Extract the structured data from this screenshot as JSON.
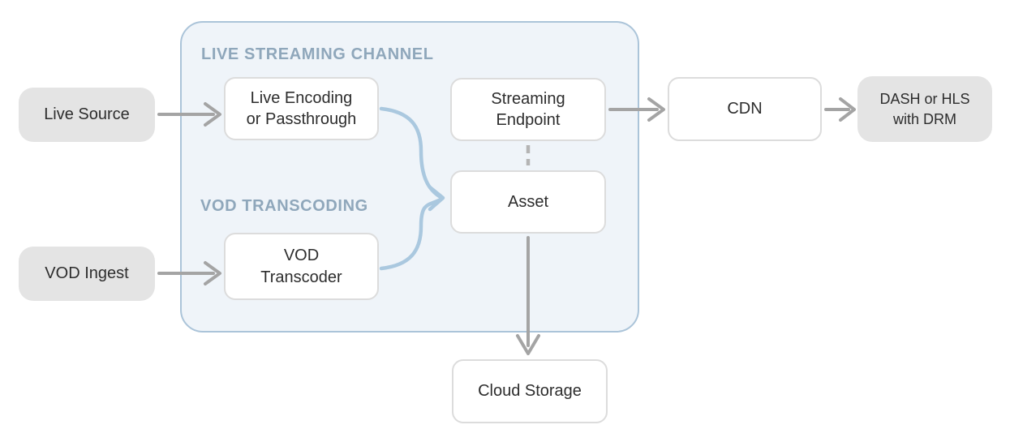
{
  "diagram": {
    "description": "Live streaming and VOD media pipeline diagram"
  },
  "container": {
    "live_label": "LIVE STREAMING CHANNEL",
    "vod_label": "VOD TRANSCODING"
  },
  "nodes": {
    "live_source": {
      "label": "Live Source",
      "type": "external-input"
    },
    "live_encoding": {
      "label": "Live Encoding\nor Passthrough",
      "type": "service"
    },
    "vod_ingest": {
      "label": "VOD Ingest",
      "type": "external-input"
    },
    "vod_transcoder": {
      "label": "VOD\nTranscoder",
      "type": "service"
    },
    "streaming_endpoint": {
      "label": "Streaming\nEndpoint",
      "type": "service"
    },
    "asset": {
      "label": "Asset",
      "type": "service"
    },
    "cdn": {
      "label": "CDN",
      "type": "service"
    },
    "dash_hls": {
      "label": "DASH or HLS\nwith DRM",
      "type": "external-output"
    },
    "cloud_storage": {
      "label": "Cloud Storage",
      "type": "service"
    }
  },
  "edges": [
    {
      "from": "Live Source",
      "to": "Live Encoding or Passthrough",
      "style": "solid-gray-arrow"
    },
    {
      "from": "VOD Ingest",
      "to": "VOD Transcoder",
      "style": "solid-gray-arrow"
    },
    {
      "from": "Live Encoding or Passthrough",
      "to": "Asset",
      "style": "curved-blue-arrow"
    },
    {
      "from": "VOD Transcoder",
      "to": "Asset",
      "style": "curved-blue-arrow"
    },
    {
      "from": "Streaming Endpoint",
      "to": "Asset",
      "style": "dashed-gray-line"
    },
    {
      "from": "Streaming Endpoint",
      "to": "CDN",
      "style": "solid-gray-arrow"
    },
    {
      "from": "CDN",
      "to": "DASH or HLS with DRM",
      "style": "solid-gray-arrow"
    },
    {
      "from": "Asset",
      "to": "Cloud Storage",
      "style": "solid-gray-arrow"
    }
  ],
  "colors": {
    "canvas_bg": "#ffffff",
    "container_fill": "#eff4f9",
    "container_border": "#abc4d9",
    "section_heading": "#8fa7bb",
    "external_node_fill": "#e4e4e4",
    "service_node_fill": "#ffffff",
    "service_node_border": "#dcdcdc",
    "node_text": "#2d2d2d",
    "arrow_gray": "#a4a4a4",
    "dash_gray": "#b4b4b4",
    "merge_curve_blue": "#aac8df"
  }
}
